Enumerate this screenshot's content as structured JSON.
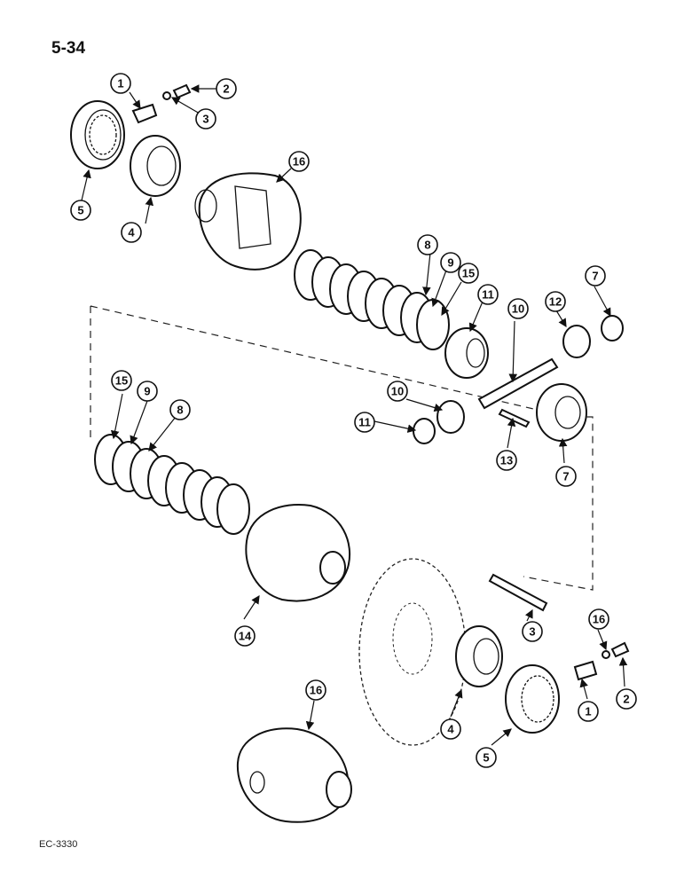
{
  "page": {
    "title": "5-34",
    "figure_code": "EC-3330"
  },
  "callouts": [
    "1",
    "2",
    "3",
    "4",
    "5",
    "16",
    "8",
    "9",
    "15",
    "11",
    "10",
    "12",
    "7",
    "15",
    "9",
    "8",
    "10",
    "11",
    "13",
    "7",
    "14",
    "3",
    "16",
    "1",
    "2",
    "4",
    "5",
    "16"
  ],
  "colors": {
    "ink": "#111111",
    "paper": "#ffffff"
  }
}
